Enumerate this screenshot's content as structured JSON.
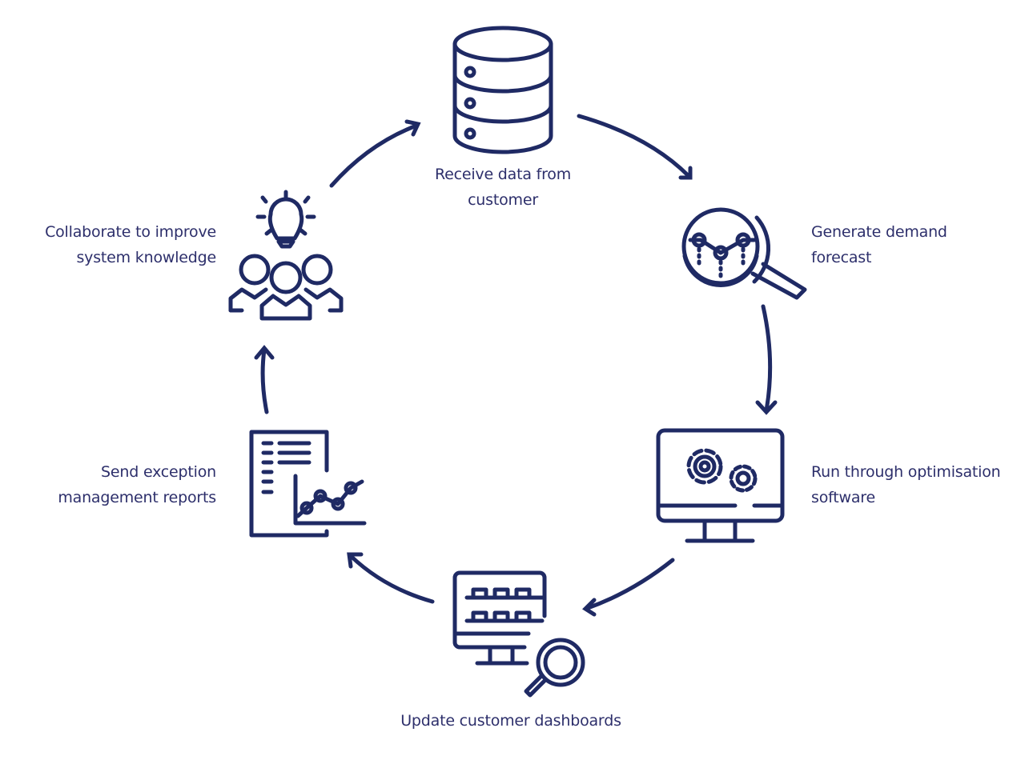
{
  "diagram": {
    "type": "cycle",
    "color": "#1f2a64",
    "text_color": "#2d2f6b",
    "steps": [
      {
        "id": "receive",
        "icon": "database-icon",
        "lines": [
          "Receive data from",
          "customer"
        ]
      },
      {
        "id": "forecast",
        "icon": "magnifier-chart-icon",
        "lines": [
          "Generate demand",
          "forecast"
        ]
      },
      {
        "id": "optimise",
        "icon": "monitor-gears-icon",
        "lines": [
          "Run through optimisation",
          "software"
        ]
      },
      {
        "id": "dashboards",
        "icon": "monitor-dashboard-search-icon",
        "lines": [
          "Update customer dashboards"
        ]
      },
      {
        "id": "reports",
        "icon": "report-chart-icon",
        "lines": [
          "Send exception",
          "management reports"
        ]
      },
      {
        "id": "collaborate",
        "icon": "team-idea-icon",
        "lines": [
          "Collaborate to improve",
          "system knowledge"
        ]
      }
    ],
    "arrows": [
      {
        "from": "receive",
        "to": "forecast"
      },
      {
        "from": "forecast",
        "to": "optimise"
      },
      {
        "from": "optimise",
        "to": "dashboards"
      },
      {
        "from": "dashboards",
        "to": "reports"
      },
      {
        "from": "reports",
        "to": "collaborate"
      },
      {
        "from": "collaborate",
        "to": "receive"
      }
    ]
  }
}
